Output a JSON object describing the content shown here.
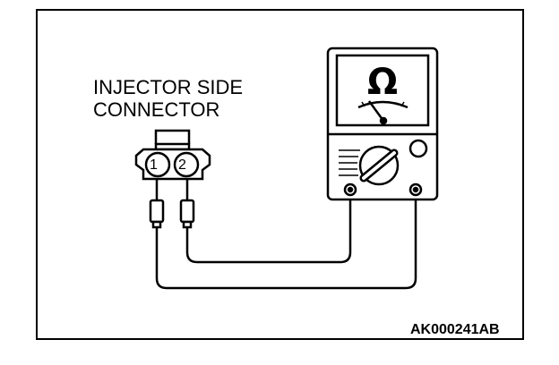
{
  "labels": {
    "connector_line1": "INJECTOR SIDE",
    "connector_line2": "CONNECTOR",
    "pin1": "1",
    "pin2": "2",
    "meter_symbol": "Ω",
    "figure_code": "AK000241AB"
  },
  "colors": {
    "line": "#000000",
    "background": "#ffffff"
  },
  "icons": {
    "meter": "ohmmeter-icon",
    "connector": "connector-icon"
  }
}
